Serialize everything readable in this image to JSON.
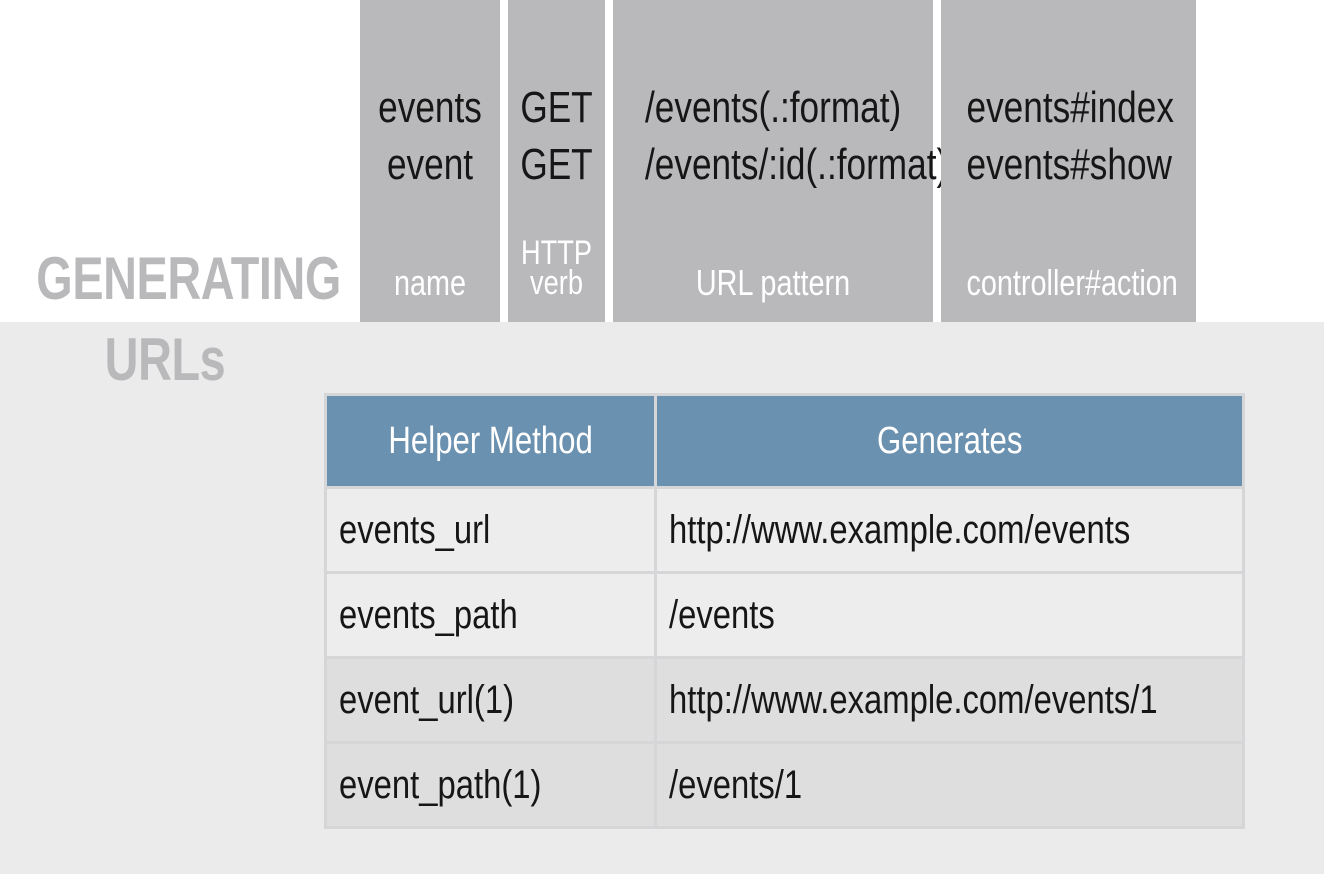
{
  "title": {
    "line1": "GENERATING",
    "line2": "URLs"
  },
  "routes": {
    "columns": [
      {
        "key": "name",
        "caption": "name",
        "values": [
          "events",
          "event"
        ]
      },
      {
        "key": "verb",
        "caption": "HTTP verb",
        "values": [
          "GET",
          "GET"
        ]
      },
      {
        "key": "pattern",
        "caption": "URL pattern",
        "values": [
          "/events(.:format)",
          "/events/:id(.:format)"
        ]
      },
      {
        "key": "action",
        "caption": "controller#action",
        "values": [
          "events#index",
          "events#show"
        ]
      }
    ]
  },
  "helpers_table": {
    "headers": [
      "Helper Method",
      "Generates"
    ],
    "rows": [
      [
        "events_url",
        "http://www.example.com/events"
      ],
      [
        "events_path",
        "/events"
      ],
      [
        "event_url(1)",
        "http://www.example.com/events/1"
      ],
      [
        "event_path(1)",
        "/events/1"
      ]
    ]
  },
  "colors": {
    "header_blue": "#6b91b0",
    "route_gray": "#b9b9bb",
    "background": "#ebebeb"
  }
}
